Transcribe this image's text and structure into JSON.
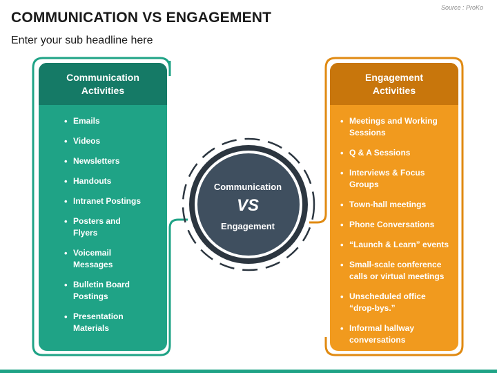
{
  "header": {
    "title": "COMMUNICATION VS ENGAGEMENT",
    "subtitle": "Enter your sub headline here",
    "source": "Source : ProKo"
  },
  "left_panel": {
    "heading_line1": "Communication",
    "heading_line2": "Activities",
    "items": [
      "Emails",
      "Videos",
      "Newsletters",
      "Handouts",
      "Intranet Postings",
      "Posters and Flyers",
      "Voicemail Messages",
      "Bulletin Board Postings",
      "Presentation Materials"
    ]
  },
  "right_panel": {
    "heading_line1": "Engagement",
    "heading_line2": "Activities",
    "items": [
      "Meetings and Working Sessions",
      "Q & A Sessions",
      "Interviews & Focus Groups",
      "Town-hall meetings",
      "Phone Conversations",
      "“Launch & Learn” events",
      "Small-scale conference calls or virtual meetings",
      "Unscheduled office “drop-bys.”",
      "Informal hallway conversations"
    ]
  },
  "center": {
    "top_label": "Communication",
    "vs_label": "VS",
    "bottom_label": "Engagement"
  },
  "colors": {
    "teal": "#1fa386",
    "teal_dark": "#157a66",
    "orange": "#f19a1e",
    "orange_dark": "#c8760c",
    "circle": "#3f4f5f",
    "circle_ring": "#2c3640"
  }
}
